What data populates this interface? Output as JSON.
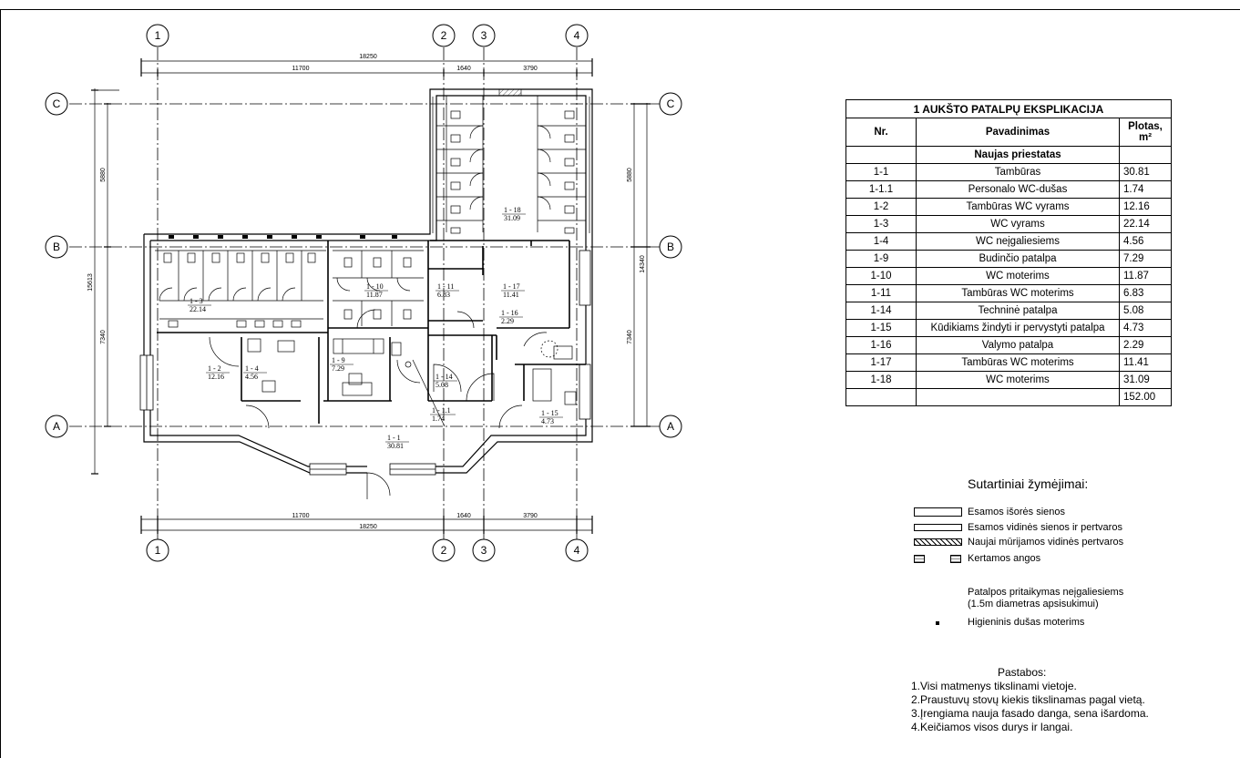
{
  "axes": {
    "vertical": [
      "1",
      "2",
      "3",
      "4"
    ],
    "horizontal": [
      "C",
      "B",
      "A"
    ]
  },
  "dimensions": {
    "overall": "18250",
    "segments": [
      "11700",
      "1640",
      "3790"
    ],
    "left_overall": "15613",
    "left_upper": "5880",
    "left_lower": "7340",
    "right_overall": "14340",
    "right_upper": "5880",
    "right_lower": "7340"
  },
  "room_labels": [
    {
      "id": "1 - 3",
      "area": "22.14"
    },
    {
      "id": "1 - 10",
      "area": "11.87"
    },
    {
      "id": "1 - 11",
      "area": "6.83"
    },
    {
      "id": "1 - 17",
      "area": "11.41"
    },
    {
      "id": "1 - 18",
      "area": "31.09"
    },
    {
      "id": "1 - 16",
      "area": "2.29"
    },
    {
      "id": "1 - 2",
      "area": "12.16"
    },
    {
      "id": "1 - 4",
      "area": "4.56"
    },
    {
      "id": "1 - 9",
      "area": "7.29"
    },
    {
      "id": "1 - 14",
      "area": "5.08"
    },
    {
      "id": "1 - 1.1",
      "area": "1.74"
    },
    {
      "id": "1 - 15",
      "area": "4.73"
    },
    {
      "id": "1 - 1",
      "area": "30.81"
    }
  ],
  "table": {
    "title": "1 AUKŠTO PATALPŲ EKSPLIKACIJA",
    "headers": [
      "Nr.",
      "Pavadinimas",
      "Plotas, m²"
    ],
    "section": "Naujas priestatas",
    "rows": [
      [
        "1-1",
        "Tambūras",
        "30.81"
      ],
      [
        "1-1.1",
        "Personalo WC-dušas",
        "1.74"
      ],
      [
        "1-2",
        "Tambūras WC vyrams",
        "12.16"
      ],
      [
        "1-3",
        "WC vyrams",
        "22.14"
      ],
      [
        "1-4",
        "WC neįgaliesiems",
        "4.56"
      ],
      [
        "1-9",
        "Budinčio patalpa",
        "7.29"
      ],
      [
        "1-10",
        "WC moterims",
        "11.87"
      ],
      [
        "1-11",
        "Tambūras WC moterims",
        "6.83"
      ],
      [
        "1-14",
        "Techninė patalpa",
        "5.08"
      ],
      [
        "1-15",
        "Kūdikiams žindyti ir pervystyti patalpa",
        "4.73"
      ],
      [
        "1-16",
        "Valymo patalpa",
        "2.29"
      ],
      [
        "1-17",
        "Tambūras WC moterims",
        "11.41"
      ],
      [
        "1-18",
        "WC moterims",
        "31.09"
      ]
    ],
    "total": "152.00"
  },
  "legend": {
    "title": "Sutartiniai žymėjimai:",
    "items": [
      "Esamos išorės sienos",
      "Esamos vidinės sienos ir pertvaros",
      "Naujai mūrijamos vidinės pertvaros",
      "Kertamos angos",
      "Patalpos pritaikymas neįgaliesiems",
      "(1.5m diametras apsisukimui)",
      "Higieninis dušas moterims"
    ]
  },
  "notes": {
    "title": "Pastabos:",
    "items": [
      "1.Visi matmenys tikslinami vietoje.",
      "2.Praustuvų stovų kiekis tikslinamas pagal vietą.",
      "3.Įrengiama nauja fasado danga, sena išardoma.",
      "4.Keičiamos visos durys ir langai."
    ]
  }
}
